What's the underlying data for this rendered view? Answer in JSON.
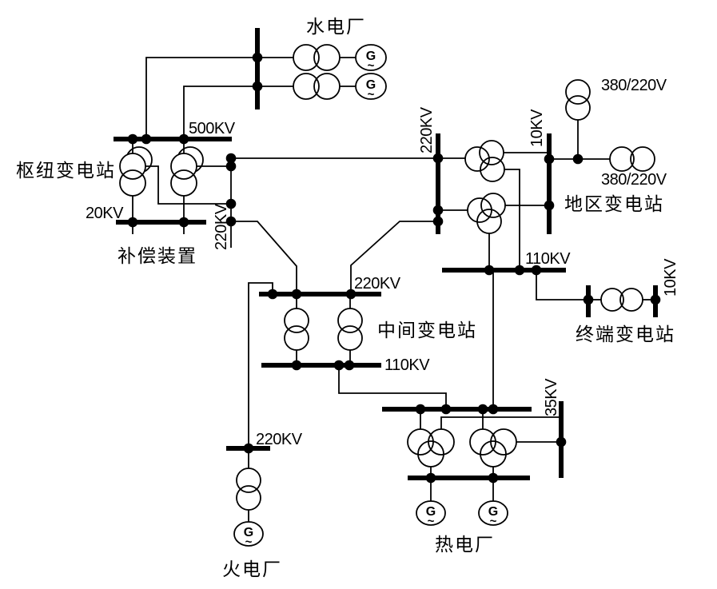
{
  "diagram": {
    "background": "#ffffff",
    "line_color": "#000000",
    "stations": {
      "hydro_plant": "水电厂",
      "hub_substation": "枢纽变电站",
      "compensation_device": "补偿装置",
      "regional_substation": "地区变电站",
      "intermediate_substation": "中间变电站",
      "terminal_substation": "终端变电站",
      "thermal_plant": "火电厂",
      "cogen_plant": "热电厂"
    },
    "voltages": {
      "v500": "500KV",
      "v220": "220KV",
      "v110": "110KV",
      "v35": "35KV",
      "v20": "20KV",
      "v10": "10KV",
      "v380_220": "380/220V"
    },
    "generator": {
      "letter": "G",
      "wave": "~"
    }
  }
}
